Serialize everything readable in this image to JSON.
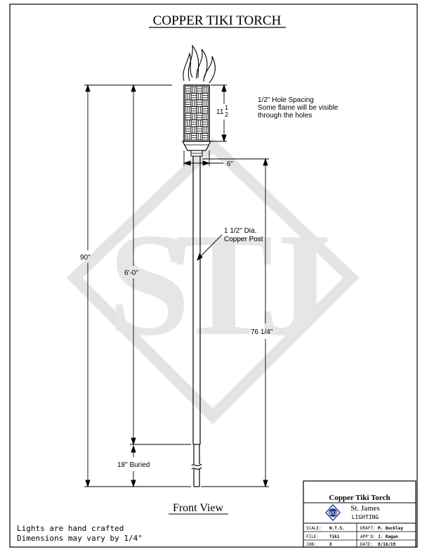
{
  "title": "COPPER TIKI TORCH",
  "view_label": "Front View",
  "dimensions": {
    "overall": "90\"",
    "above_ground": "6'-0\"",
    "buried": "18\" Buried",
    "canister_height": "11",
    "canister_height_fraction_top": "1",
    "canister_height_fraction_bottom": "2",
    "canister_width": "6\"",
    "post_length": "76 1/4\""
  },
  "notes": {
    "hole_spacing": [
      "1/2\" Hole Spacing",
      "Some flame will be visible",
      "through the holes"
    ],
    "post": [
      "1 1/2\" Dia.",
      "Copper Post"
    ],
    "footer": [
      "Lights are hand crafted",
      "Dimensions may vary by 1/4\""
    ]
  },
  "watermark": "STJ",
  "title_block": {
    "product": "Copper Tiki Torch",
    "company_name": "St. James",
    "company_sub": "LIGHTING",
    "logo_letters": "STJ",
    "fields": {
      "scale_label": "SCALE:",
      "scale_value": "N.T.S.",
      "draft_label": "DRAFT:",
      "draft_value": "M. Buckley",
      "file_label": "FILE:",
      "file_value": "Tiki",
      "appd_label": "APP'D:",
      "appd_value": "J. Ragan",
      "job_label": "JOB:",
      "job_value": "X",
      "date_label": "DATE:",
      "date_value": "8/16/19"
    }
  },
  "colors": {
    "line": "#000000",
    "watermark": "#e4e4e4",
    "logo": "#1f3a8a"
  }
}
